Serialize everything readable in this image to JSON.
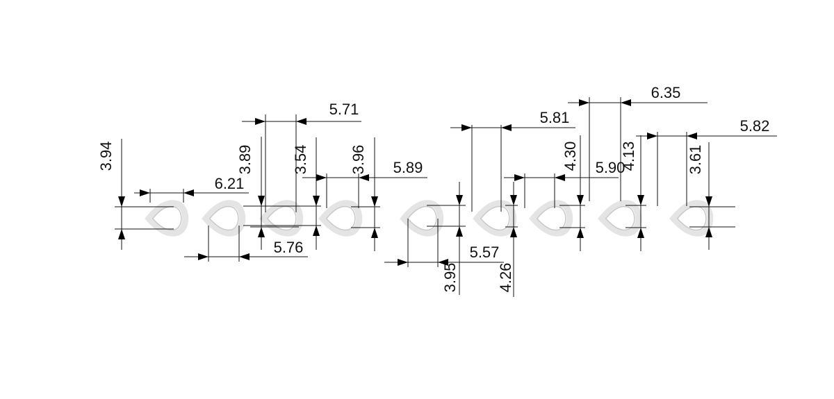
{
  "drawing": {
    "parts_count": 9,
    "dimensions": {
      "heights": [
        "3.94",
        "3.89",
        "3.54",
        "3.96",
        "3.95",
        "4.26",
        "4.30",
        "4.13",
        "3.61"
      ],
      "widths": [
        "6.21",
        "5.76",
        "5.71",
        "5.89",
        "5.57",
        "5.81",
        "5.90",
        "6.35",
        "5.82"
      ]
    }
  }
}
